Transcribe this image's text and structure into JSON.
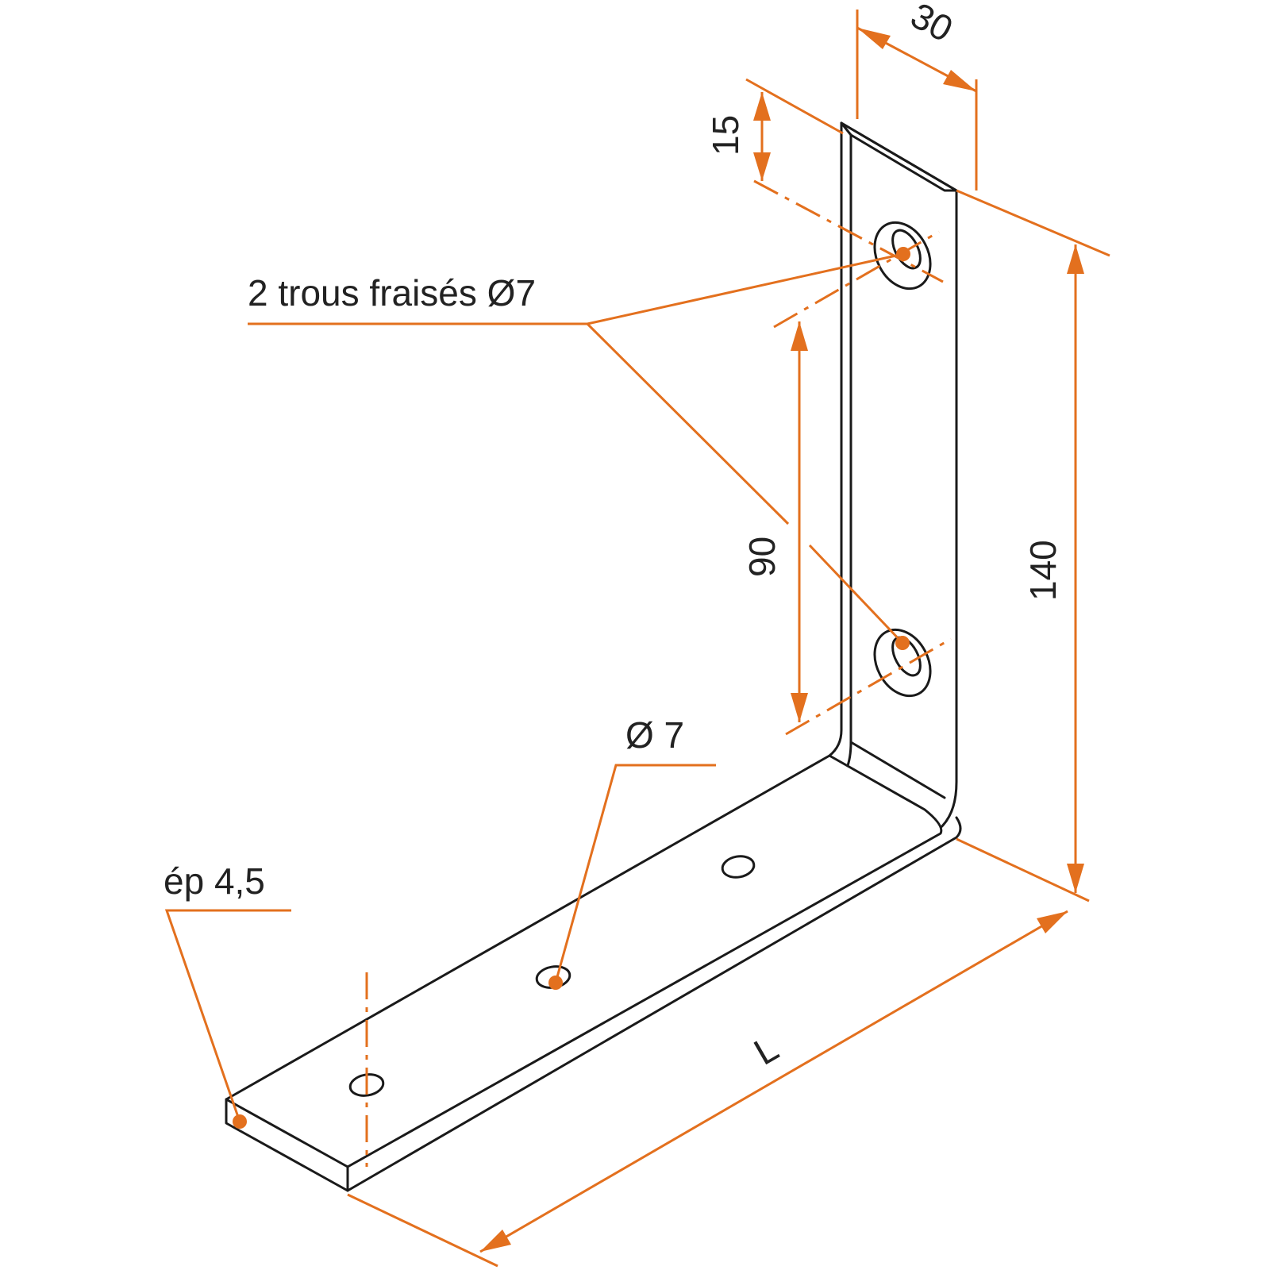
{
  "labels": {
    "dim_width": "30",
    "dim_top_offset": "15",
    "holes_note": "2 trous fraisés Ø7",
    "dim_hole_spacing": "90",
    "dim_height": "140",
    "base_hole": "Ø 7",
    "thickness": "ép 4,5",
    "length": "L"
  },
  "colors": {
    "dimension": "#e3701e",
    "part_outline": "#1a1a1a",
    "text": "#222222"
  }
}
